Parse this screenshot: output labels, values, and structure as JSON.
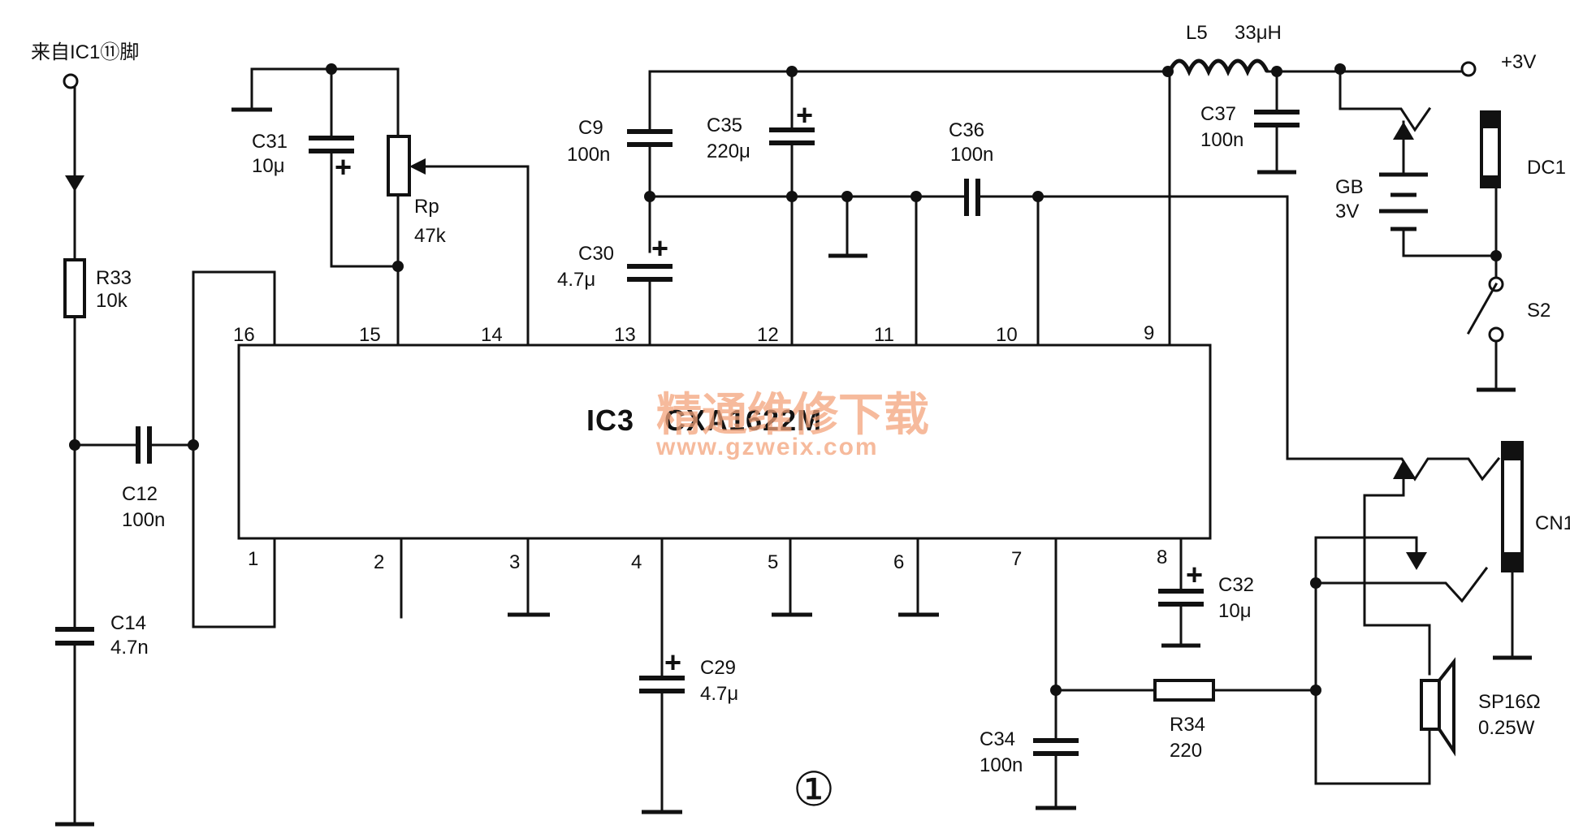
{
  "source_label": "来自IC1⑪脚",
  "ic": {
    "ref": "IC3",
    "part": "CXA1622M"
  },
  "pins": {
    "p1": "1",
    "p2": "2",
    "p3": "3",
    "p4": "4",
    "p5": "5",
    "p6": "6",
    "p7": "7",
    "p8": "8",
    "p9": "9",
    "p10": "10",
    "p11": "11",
    "p12": "12",
    "p13": "13",
    "p14": "14",
    "p15": "15",
    "p16": "16"
  },
  "components": {
    "r33": {
      "ref": "R33",
      "value": "10k"
    },
    "c12": {
      "ref": "C12",
      "value": "100n"
    },
    "c14": {
      "ref": "C14",
      "value": "4.7n"
    },
    "c31": {
      "ref": "C31",
      "value": "10μ"
    },
    "rp": {
      "ref": "Rp",
      "value": "47k"
    },
    "c9": {
      "ref": "C9",
      "value": "100n"
    },
    "c35": {
      "ref": "C35",
      "value": "220μ"
    },
    "c30": {
      "ref": "C30",
      "value": "4.7μ"
    },
    "c36": {
      "ref": "C36",
      "value": "100n"
    },
    "l5": {
      "ref": "L5",
      "value": "33μH"
    },
    "c37": {
      "ref": "C37",
      "value": "100n"
    },
    "gb": {
      "ref": "GB",
      "value": "3V"
    },
    "dc1": {
      "ref": "DC1"
    },
    "s2": {
      "ref": "S2"
    },
    "cn1": {
      "ref": "CN1"
    },
    "c29": {
      "ref": "C29",
      "value": "4.7μ"
    },
    "c32": {
      "ref": "C32",
      "value": "10μ"
    },
    "c34": {
      "ref": "C34",
      "value": "100n"
    },
    "r34": {
      "ref": "R34",
      "value": "220"
    },
    "sp": {
      "ref": "SP16Ω",
      "value": "0.25W"
    }
  },
  "supply_label": "+3V",
  "polarity_mark": "+",
  "figure_number": "①",
  "watermark": {
    "line1": "精通维修下载",
    "line2": "www.gzweix.com"
  }
}
